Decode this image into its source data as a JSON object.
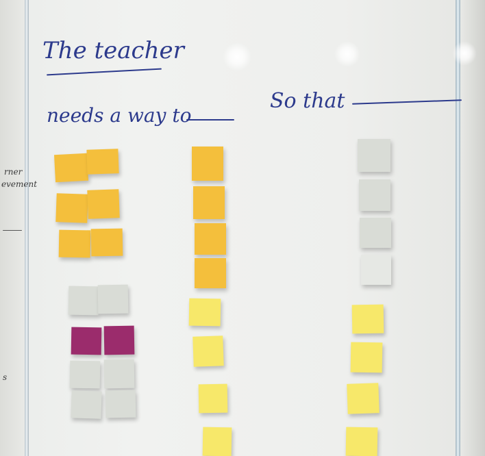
{
  "heading": {
    "line1": "The teacher",
    "line2": "needs a way to",
    "line3": "So that"
  },
  "edge_text": {
    "a": "rner",
    "b": "evement",
    "c": "s"
  },
  "colors": {
    "marker_blue": "#2c3a8c",
    "orange_note": "#f4bf3c",
    "yellow_note": "#f7e86a",
    "grey_note": "#d9dcd6",
    "magenta_note": "#9b2c6c"
  }
}
